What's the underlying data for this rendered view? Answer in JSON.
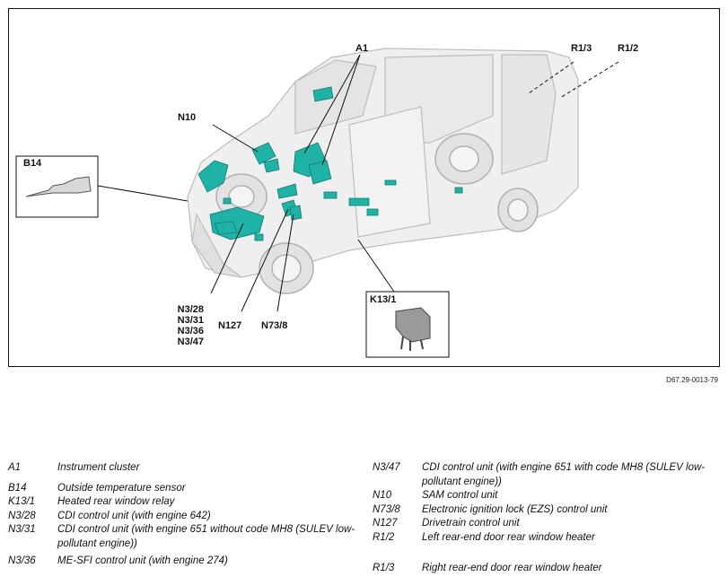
{
  "callouts": {
    "a1": "A1",
    "r13": "R1/3",
    "r12": "R1/2",
    "n10": "N10",
    "b14": "B14",
    "k131": "K13/1",
    "n3_group": [
      "N3/28",
      "N3/31",
      "N3/36",
      "N3/47"
    ],
    "n127": "N127",
    "n738": "N73/8"
  },
  "doc_ref": "D67.29-0013-79",
  "legend_left": [
    {
      "code": "A1",
      "desc": "Instrument cluster"
    },
    {
      "code": "B14",
      "desc": "Outside temperature sensor"
    },
    {
      "code": "K13/1",
      "desc": "Heated rear window relay"
    },
    {
      "code": "N3/28",
      "desc": "CDI control unit (with engine 642)"
    },
    {
      "code": "N3/31",
      "desc": "CDI control unit (with engine 651 without code MH8 (SULEV low-pollutant engine))"
    },
    {
      "code": "N3/36",
      "desc": "ME-SFI control unit (with engine 274)"
    }
  ],
  "legend_right": [
    {
      "code": "N3/47",
      "desc": "CDI control unit (with engine 651 with code MH8 (SULEV low-pollutant engine))"
    },
    {
      "code": "N10",
      "desc": "SAM control unit"
    },
    {
      "code": "N73/8",
      "desc": "Electronic ignition lock (EZS) control unit"
    },
    {
      "code": "N127",
      "desc": "Drivetrain control unit"
    },
    {
      "code": "R1/2",
      "desc": "Left rear-end door rear window heater"
    },
    {
      "code": "R1/3",
      "desc": "Right rear-end door rear window heater"
    }
  ],
  "colors": {
    "component": "#1fb3a8",
    "component_dark": "#0f7a72",
    "vehicle": "#cfcfcf"
  }
}
